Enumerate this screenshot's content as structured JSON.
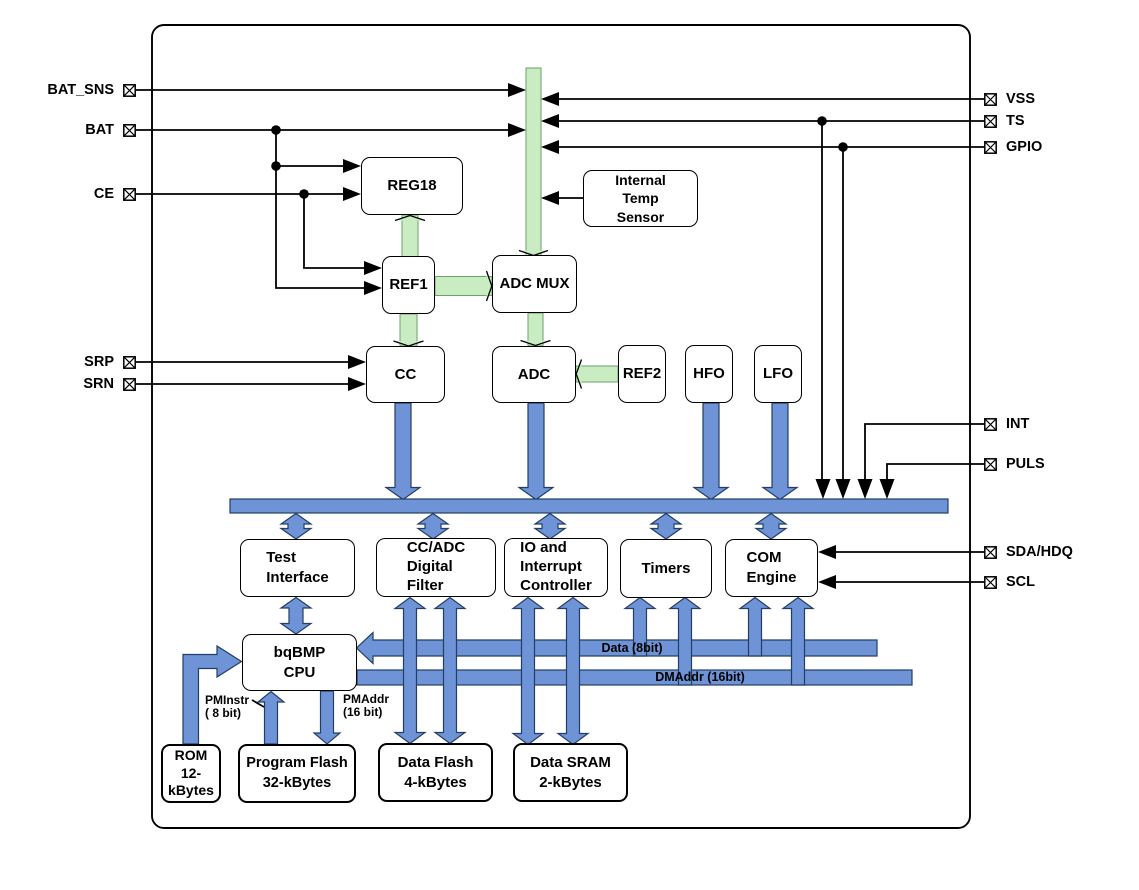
{
  "colors": {
    "green_fill": "#c9ecc3",
    "green_stroke": "#6aa26a",
    "blue_fill": "#6e93d7",
    "blue_stroke": "#233e63"
  },
  "blocks": {
    "reg18": {
      "label": "REG18"
    },
    "temp_sensor": {
      "label": "Internal\nTemp\nSensor"
    },
    "ref1": {
      "label": "REF1"
    },
    "adc_mux": {
      "label": "ADC MUX"
    },
    "cc": {
      "label": "CC"
    },
    "adc": {
      "label": "ADC"
    },
    "ref2": {
      "label": "REF2"
    },
    "hfo": {
      "label": "HFO"
    },
    "lfo": {
      "label": "LFO"
    },
    "test_interface": {
      "label": "Test\nInterface"
    },
    "cc_adc_filter": {
      "label": "CC/ADC\nDigital\nFilter"
    },
    "io_controller": {
      "label": "IO and\nInterrupt\nController"
    },
    "timers": {
      "label": "Timers"
    },
    "com_engine": {
      "label": "COM\nEngine"
    },
    "cpu": {
      "label": "bqBMP\nCPU"
    },
    "rom": {
      "label": "ROM\n12-\nkBytes"
    },
    "program_flash": {
      "label": "Program Flash\n32-kBytes"
    },
    "data_flash": {
      "label": "Data Flash\n4-kBytes"
    },
    "data_sram": {
      "label": "Data SRAM\n2-kBytes"
    }
  },
  "pins": {
    "bat_sns": {
      "label": "BAT_SNS"
    },
    "bat": {
      "label": "BAT"
    },
    "ce": {
      "label": "CE"
    },
    "srp": {
      "label": "SRP"
    },
    "srn": {
      "label": "SRN"
    },
    "vss": {
      "label": "VSS"
    },
    "ts": {
      "label": "TS"
    },
    "gpio": {
      "label": "GPIO"
    },
    "int": {
      "label": "INT"
    },
    "puls": {
      "label": "PULS"
    },
    "sda_hdq": {
      "label": "SDA/HDQ"
    },
    "scl": {
      "label": "SCL"
    }
  },
  "bus_labels": {
    "data": "Data (8bit)",
    "dmaddr": "DMAddr (16bit)"
  },
  "signal_labels": {
    "pminstr": "PMInstr\n( 8 bit)",
    "pmaddr": "PMAddr\n(16 bit)"
  }
}
